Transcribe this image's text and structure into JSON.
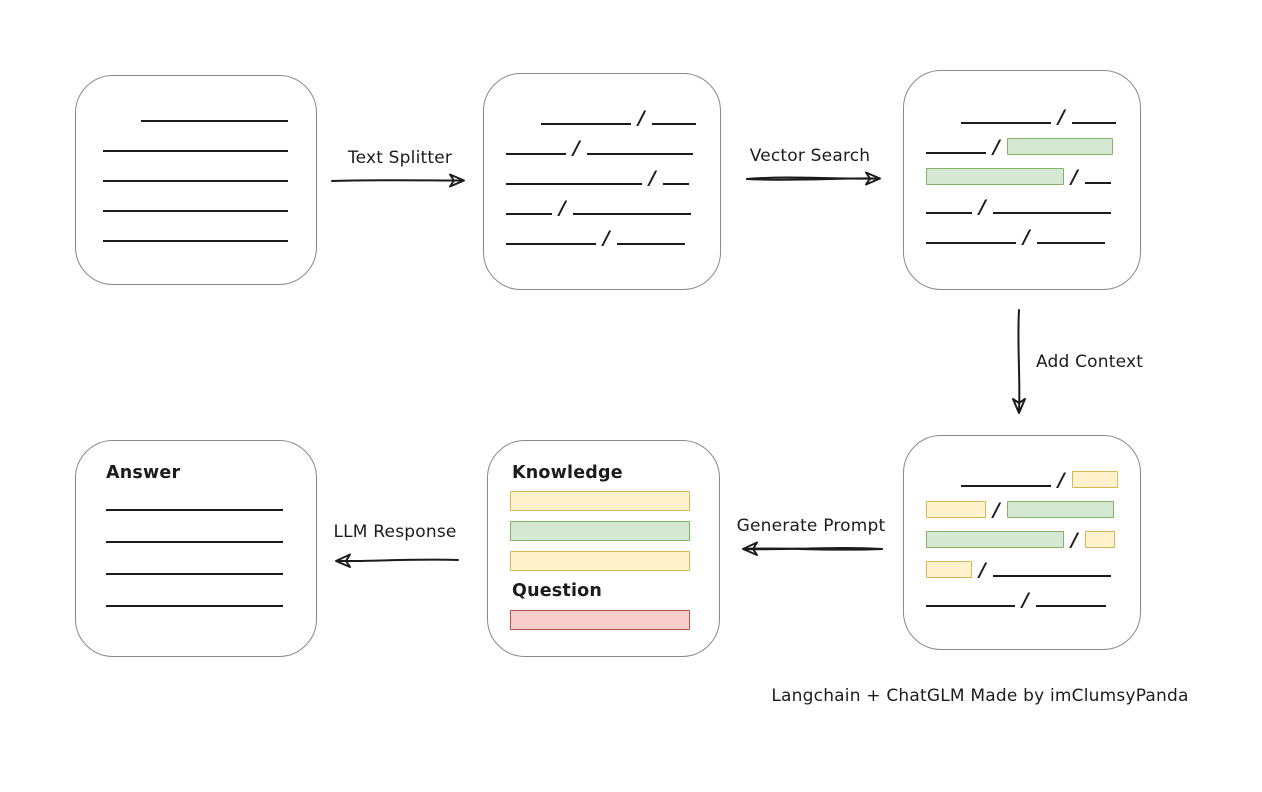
{
  "caption": "Langchain + ChatGLM Made by imClumsyPanda",
  "colors": {
    "background": "#ffffff",
    "box_border": "#8a8a8a",
    "stroke": "#1c1c1c",
    "green_fill": "#d5e8d4",
    "green_border": "#82b366",
    "yellow_fill": "#fff2cc",
    "yellow_border": "#d6b656",
    "red_fill": "#f8cecc",
    "red_border": "#b85450"
  },
  "arrows": {
    "text_splitter": {
      "label": "Text Splitter",
      "direction": "right"
    },
    "vector_search": {
      "label": "Vector Search",
      "direction": "right"
    },
    "add_context": {
      "label": "Add Context",
      "direction": "down"
    },
    "generate_prompt": {
      "label": "Generate Prompt",
      "direction": "left"
    },
    "llm_response": {
      "label": "LLM Response",
      "direction": "left"
    }
  },
  "boxes": {
    "document": {
      "lines": [
        {
          "indent": 38,
          "w": 147
        },
        {
          "indent": 0,
          "w": 185
        },
        {
          "indent": 0,
          "w": 185
        },
        {
          "indent": 0,
          "w": 185
        },
        {
          "indent": 0,
          "w": 185
        }
      ]
    },
    "chunks": {
      "rows": [
        [
          {
            "t": "gap",
            "w": 28
          },
          {
            "t": "line",
            "w": 90
          },
          {
            "t": "slash"
          },
          {
            "t": "line",
            "w": 44
          }
        ],
        [
          {
            "t": "line",
            "w": 60
          },
          {
            "t": "slash"
          },
          {
            "t": "line",
            "w": 106
          }
        ],
        [
          {
            "t": "line",
            "w": 136
          },
          {
            "t": "slash"
          },
          {
            "t": "line",
            "w": 26
          }
        ],
        [
          {
            "t": "line",
            "w": 46
          },
          {
            "t": "slash"
          },
          {
            "t": "line",
            "w": 118
          }
        ],
        [
          {
            "t": "line",
            "w": 90
          },
          {
            "t": "slash"
          },
          {
            "t": "line",
            "w": 68
          }
        ]
      ]
    },
    "search_results": {
      "rows": [
        [
          {
            "t": "gap",
            "w": 28
          },
          {
            "t": "line",
            "w": 90
          },
          {
            "t": "slash"
          },
          {
            "t": "line",
            "w": 44
          }
        ],
        [
          {
            "t": "line",
            "w": 60
          },
          {
            "t": "slash"
          },
          {
            "t": "chip",
            "c": "green",
            "w": 106
          }
        ],
        [
          {
            "t": "chip",
            "c": "green",
            "w": 138
          },
          {
            "t": "slash"
          },
          {
            "t": "line",
            "w": 26
          }
        ],
        [
          {
            "t": "line",
            "w": 46
          },
          {
            "t": "slash"
          },
          {
            "t": "line",
            "w": 118
          }
        ],
        [
          {
            "t": "line",
            "w": 90
          },
          {
            "t": "slash"
          },
          {
            "t": "line",
            "w": 68
          }
        ]
      ]
    },
    "context": {
      "rows": [
        [
          {
            "t": "gap",
            "w": 28
          },
          {
            "t": "line",
            "w": 92
          },
          {
            "t": "slash"
          },
          {
            "t": "chip",
            "c": "yellow",
            "w": 47
          }
        ],
        [
          {
            "t": "chip",
            "c": "yellow",
            "w": 60
          },
          {
            "t": "slash"
          },
          {
            "t": "chip",
            "c": "green",
            "w": 107
          }
        ],
        [
          {
            "t": "chip",
            "c": "green",
            "w": 138
          },
          {
            "t": "slash"
          },
          {
            "t": "chip",
            "c": "yellow",
            "w": 30
          }
        ],
        [
          {
            "t": "chip",
            "c": "yellow",
            "w": 46
          },
          {
            "t": "slash"
          },
          {
            "t": "line",
            "w": 118
          }
        ],
        [
          {
            "t": "line",
            "w": 89
          },
          {
            "t": "slash"
          },
          {
            "t": "line",
            "w": 70
          }
        ]
      ]
    },
    "prompt": {
      "knowledge_label": "Knowledge",
      "knowledge_bars": [
        "yellow",
        "green",
        "yellow"
      ],
      "question_label": "Question",
      "question_bars": [
        "red"
      ]
    },
    "answer": {
      "label": "Answer",
      "lines": [
        {
          "indent": 0,
          "w": 177
        },
        {
          "indent": 0,
          "w": 177
        },
        {
          "indent": 0,
          "w": 177
        },
        {
          "indent": 0,
          "w": 177
        }
      ]
    }
  }
}
